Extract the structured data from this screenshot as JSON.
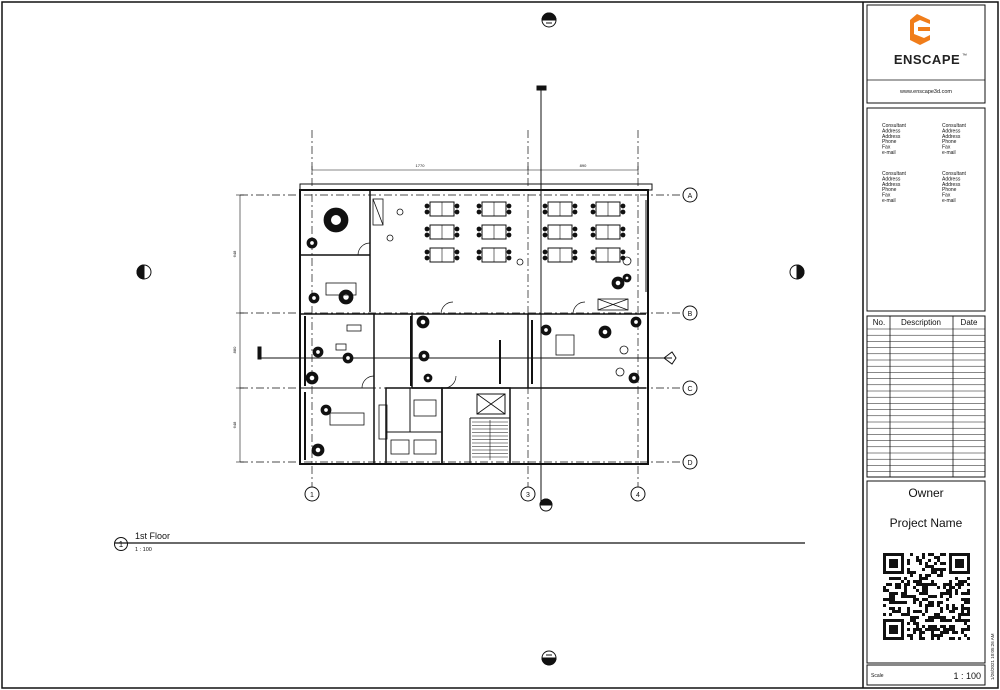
{
  "title_block": {
    "logo_text": "ENSCAPE",
    "logo_tm": "™",
    "website": "www.enscape3d.com",
    "consultants": [
      [
        "Consultant",
        "Address",
        "Address",
        "Phone",
        "Fax",
        "e-mail"
      ],
      [
        "Consultant",
        "Address",
        "Address",
        "Phone",
        "Fax",
        "e-mail"
      ],
      [
        "Consultant",
        "Address",
        "Address",
        "Phone",
        "Fax",
        "e-mail"
      ],
      [
        "Consultant",
        "Address",
        "Address",
        "Phone",
        "Fax",
        "e-mail"
      ]
    ],
    "revision_headers": {
      "no": "No.",
      "description": "Description",
      "date": "Date"
    },
    "owner": "Owner",
    "project_name": "Project Name",
    "scale_label": "Scale",
    "scale_value": "1 : 100",
    "timestamp": "1/26/2021 10:05:26 AM"
  },
  "view": {
    "number": "1",
    "name": "1st Floor",
    "scale": "1 : 100"
  },
  "grids": {
    "columns": [
      "1",
      "3",
      "4"
    ],
    "rows": [
      "A",
      "B",
      "C",
      "D"
    ]
  },
  "dimensions": {
    "top": [
      "1770",
      "890"
    ],
    "left": [
      "648",
      "880",
      "648"
    ]
  },
  "colors": {
    "line": "#111111",
    "logo_accent": "#f07d1a"
  },
  "icons": [
    "enscape-logo-icon",
    "qr-code-icon",
    "section-marker-icon",
    "elevation-marker-icon",
    "north-arrow-icon"
  ]
}
